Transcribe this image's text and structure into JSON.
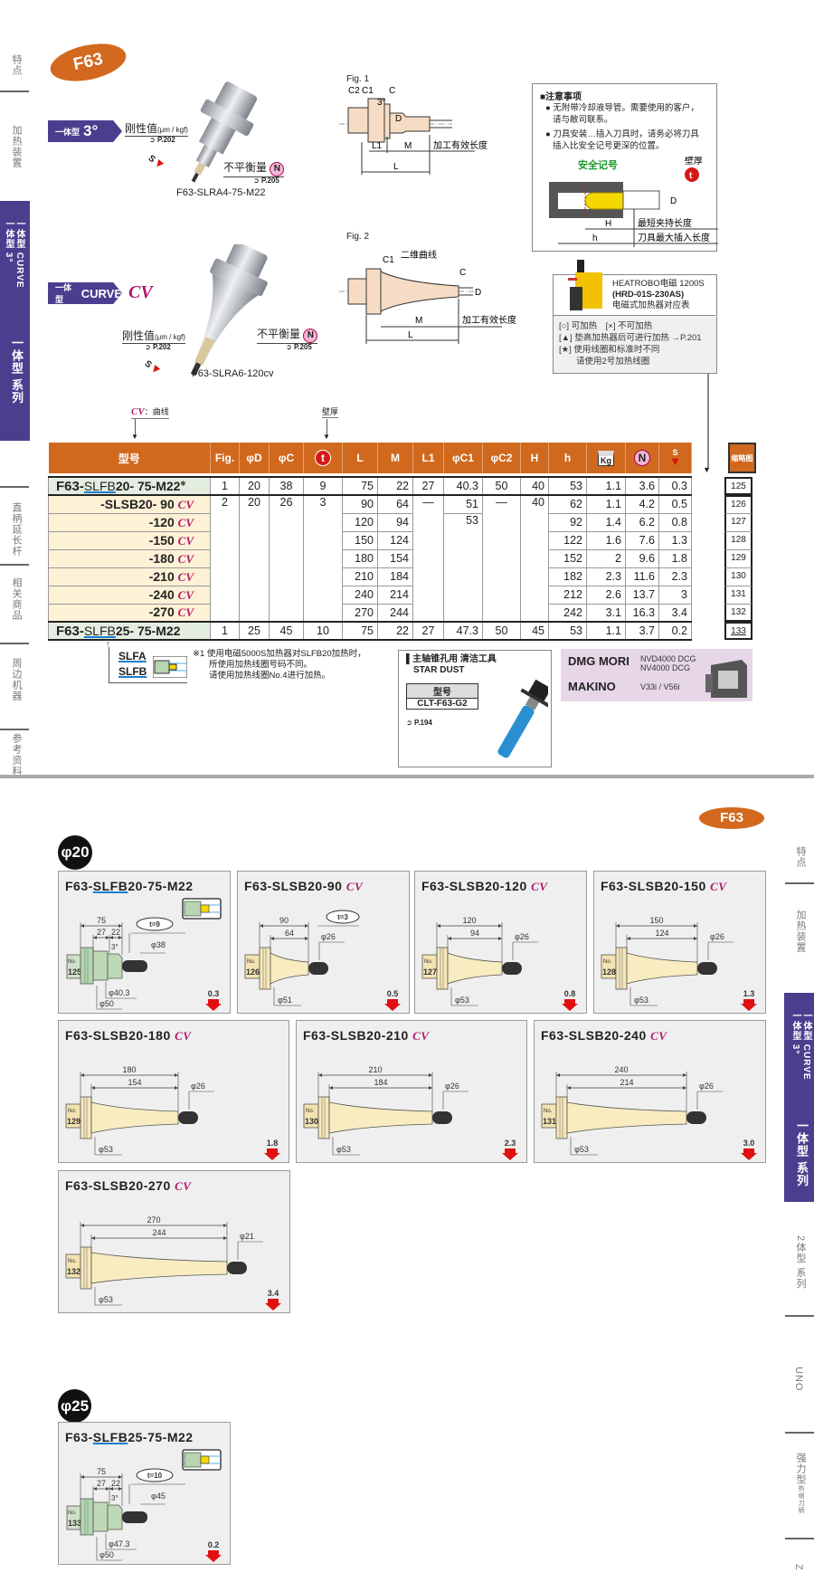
{
  "left_nav": {
    "features": "特点",
    "heater": "加热装置",
    "active_sub1": "一体型 3°",
    "active_sub2": "一体型 CURVE",
    "active_main": "一体型 系列",
    "straight": "直柄延长杆",
    "related": "相关商品",
    "peripheral": "周边机器",
    "reference": "参考资料"
  },
  "top_badge": "F63",
  "type1": {
    "banner_prefix": "一体型",
    "banner_value": "3°",
    "rigidity_label": "刚性值",
    "rigidity_unit": "(μm / kgf)",
    "rigidity_ref": "P.202",
    "s_label": "S",
    "unbalance_label": "不平衡量",
    "n_label": "N",
    "unbalance_ref": "P.205",
    "caption": "F63-SLRA4-75-M22"
  },
  "type2": {
    "banner_prefix": "一体型",
    "banner_value": "CURVE",
    "cv": "CV",
    "rigidity_label": "刚性值",
    "rigidity_unit": "(μm / kgf)",
    "rigidity_ref": "P.202",
    "s_label": "S",
    "unbalance_label": "不平衡量",
    "n_label": "N",
    "unbalance_ref": "P.205",
    "caption": "F63-SLRA6-120cv"
  },
  "fig1": {
    "title": "Fig. 1",
    "c2": "C2",
    "c1": "C1",
    "c": "C",
    "angle": "3°",
    "d": "D",
    "l1": "L1",
    "m": "M",
    "l": "L",
    "effective": "加工有效长度"
  },
  "fig2": {
    "title": "Fig. 2",
    "c1": "C1",
    "curve": "二维曲线",
    "c": "C",
    "d": "D",
    "m": "M",
    "l": "L",
    "effective": "加工有效长度"
  },
  "notes": {
    "title": "■注意事项",
    "items": [
      "● 无附带冷却液导管。需要使用的客户，",
      "请与敝司联系。",
      "● 刀具安装…插入刀具时，请务必将刀具",
      "插入比安全记号更深的位置。"
    ],
    "safety_mark": "安全记号",
    "wall": "壁厚",
    "t": "t",
    "d": "D",
    "H": "H",
    "h": "h",
    "min_clamp": "最短夹持长度",
    "max_insert": "刀具最大插入长度"
  },
  "heater": {
    "title_lines": [
      "HEATROBO电磁 1200S",
      "(HRD-01S-230AS)",
      "电磁式加热器对应表"
    ],
    "legend": [
      "[○] 可加热　[×] 不可加热",
      "[▲] 垫高加热器后可进行加热 →P.201",
      "[★] 使用线圈和标准时不同",
      "　　请使用2号加热线圈"
    ]
  },
  "table": {
    "cv_note_mark": "CV",
    "cv_note": "：曲线",
    "wall_note": "壁厚",
    "headers": [
      "型号",
      "Fig.",
      "φD",
      "φC",
      "t",
      "L",
      "M",
      "L1",
      "φC1",
      "φC2",
      "H",
      "h",
      "Kg",
      "N",
      "S"
    ],
    "rows": [
      {
        "prefix": "F63-",
        "series": "SLFB",
        "rest": "20-  75-M22",
        "note": "※",
        "cv": "",
        "group": "g",
        "cells": [
          "1",
          "20",
          "38",
          "9",
          "75",
          "22",
          "27",
          "40.3",
          "50",
          "40",
          "53",
          "1.1",
          "3.6",
          "0.3"
        ]
      },
      {
        "prefix": "",
        "series": "",
        "rest": "-SLSB20-  90 ",
        "note": "",
        "cv": "CV",
        "group": "y",
        "cells": [
          "2",
          "20",
          "26",
          "3",
          "90",
          "64",
          "—",
          "51",
          "—",
          "40",
          "62",
          "1.1",
          "4.2",
          "0.5"
        ]
      },
      {
        "prefix": "",
        "series": "",
        "rest": "-120 ",
        "note": "",
        "cv": "CV",
        "group": "y",
        "cells": [
          null,
          null,
          null,
          null,
          "120",
          "94",
          null,
          "53",
          null,
          null,
          "92",
          "1.4",
          "6.2",
          "0.8"
        ]
      },
      {
        "prefix": "",
        "series": "",
        "rest": "-150 ",
        "note": "",
        "cv": "CV",
        "group": "y",
        "cells": [
          null,
          null,
          null,
          null,
          "150",
          "124",
          null,
          null,
          null,
          null,
          "122",
          "1.6",
          "7.6",
          "1.3"
        ]
      },
      {
        "prefix": "",
        "series": "",
        "rest": "-180 ",
        "note": "",
        "cv": "CV",
        "group": "y",
        "cells": [
          null,
          null,
          null,
          null,
          "180",
          "154",
          null,
          null,
          null,
          null,
          "152",
          "2",
          "9.6",
          "1.8"
        ]
      },
      {
        "prefix": "",
        "series": "",
        "rest": "-210 ",
        "note": "",
        "cv": "CV",
        "group": "y",
        "cells": [
          null,
          null,
          null,
          null,
          "210",
          "184",
          null,
          null,
          null,
          null,
          "182",
          "2.3",
          "11.6",
          "2.3"
        ]
      },
      {
        "prefix": "",
        "series": "",
        "rest": "-240 ",
        "note": "",
        "cv": "CV",
        "group": "y",
        "cells": [
          null,
          null,
          null,
          null,
          "240",
          "214",
          null,
          null,
          null,
          null,
          "212",
          "2.6",
          "13.7",
          "3"
        ]
      },
      {
        "prefix": "",
        "series": "",
        "rest": "-270 ",
        "note": "",
        "cv": "CV",
        "group": "y",
        "cells": [
          null,
          null,
          null,
          null,
          "270",
          "244",
          null,
          null,
          null,
          null,
          "242",
          "3.1",
          "16.3",
          "3.4"
        ]
      },
      {
        "prefix": "F63-",
        "series": "SLFB",
        "rest": "25-  75-M22",
        "note": "",
        "cv": "",
        "group": "g",
        "cells": [
          "1",
          "25",
          "45",
          "10",
          "75",
          "22",
          "27",
          "47.3",
          "50",
          "45",
          "53",
          "1.1",
          "3.7",
          "0.2"
        ]
      }
    ],
    "index_header": "缩略图",
    "index": [
      "125",
      "126",
      "127",
      "128",
      "129",
      "130",
      "131",
      "132",
      "133"
    ]
  },
  "slf_labels": [
    "SLFA",
    "SLFB"
  ],
  "footnote": [
    "※1 使用电磁5000S加热器对SLFB20加热时，",
    "所使用加热线圈号码不同。",
    "请使用加热线圈No.4进行加热。"
  ],
  "stardust": {
    "title": "主轴锥孔用 清洁工具",
    "name": "STAR DUST",
    "model_label": "型号",
    "model": "CLT-F63-G2",
    "ref": "P.194"
  },
  "machines": [
    {
      "brand": "DMG MORI",
      "models": "NVD4000 DCG\nNV4000 DCG"
    },
    {
      "brand": "MAKINO",
      "models": "V33i / V56i"
    }
  ],
  "bottom_badge": "F63",
  "groups": [
    {
      "label": "φ20",
      "cards": [
        {
          "prefix": "F63-",
          "series": "SLFB",
          "rest": "20-75-M22",
          "cv": "",
          "type": "slfb",
          "no": "125",
          "L": "75",
          "L1": "27",
          "M": "22",
          "angle": "3°",
          "t": "t=9",
          "dc": "φ38",
          "dc1": "φ40.3",
          "dc2": "φ50",
          "s": "0.3"
        },
        {
          "prefix": "F63-",
          "series": "",
          "rest": "SLSB20-90 ",
          "cv": "CV",
          "type": "slsb",
          "no": "126",
          "L": "90",
          "M": "64",
          "t": "t=3",
          "dc": "φ26",
          "dc1": "φ51",
          "s": "0.5"
        },
        {
          "prefix": "F63-",
          "series": "",
          "rest": "SLSB20-120 ",
          "cv": "CV",
          "type": "slsb",
          "no": "127",
          "L": "120",
          "M": "94",
          "t": "",
          "dc": "φ26",
          "dc1": "φ53",
          "s": "0.8"
        },
        {
          "prefix": "F63-",
          "series": "",
          "rest": "SLSB20-150 ",
          "cv": "CV",
          "type": "slsb",
          "no": "128",
          "L": "150",
          "M": "124",
          "t": "",
          "dc": "φ26",
          "dc1": "φ53",
          "s": "1.3"
        },
        {
          "prefix": "F63-",
          "series": "",
          "rest": "SLSB20-180 ",
          "cv": "CV",
          "type": "slsb",
          "no": "129",
          "L": "180",
          "M": "154",
          "t": "",
          "dc": "φ26",
          "dc1": "φ53",
          "s": "1.8"
        },
        {
          "prefix": "F63-",
          "series": "",
          "rest": "SLSB20-210 ",
          "cv": "CV",
          "type": "slsb",
          "no": "130",
          "L": "210",
          "M": "184",
          "t": "",
          "dc": "φ26",
          "dc1": "φ53",
          "s": "2.3"
        },
        {
          "prefix": "F63-",
          "series": "",
          "rest": "SLSB20-240 ",
          "cv": "CV",
          "type": "slsb",
          "no": "131",
          "L": "240",
          "M": "214",
          "t": "",
          "dc": "φ26",
          "dc1": "φ53",
          "s": "3.0"
        },
        {
          "prefix": "F63-",
          "series": "",
          "rest": "SLSB20-270 ",
          "cv": "CV",
          "type": "slsb",
          "no": "132",
          "L": "270",
          "M": "244",
          "t": "",
          "dc": "φ21",
          "dc1": "φ53",
          "s": "3.4"
        }
      ]
    },
    {
      "label": "φ25",
      "cards": [
        {
          "prefix": "F63-",
          "series": "SLFB",
          "rest": "25-75-M22",
          "cv": "",
          "type": "slfb",
          "no": "133",
          "L": "75",
          "L1": "27",
          "M": "22",
          "angle": "3°",
          "t": "t=10",
          "dc": "φ45",
          "dc1": "φ47.3",
          "dc2": "φ50",
          "s": "0.2"
        }
      ]
    }
  ],
  "right_nav": {
    "features": "特点",
    "heater": "加热装置",
    "active_sub1": "一体型 3°",
    "active_sub2": "一体型 CURVE",
    "active_main": "一体型 系列",
    "two_piece": "2体型 系列",
    "uno": "UNO",
    "power": "强力型",
    "power_sub": "热缩刀柄",
    "z": "Z"
  },
  "colors": {
    "accent_orange": "#d0691e",
    "nav_purple": "#4a3f8f",
    "cv_magenta": "#b0176b",
    "s_red": "#e01010"
  }
}
